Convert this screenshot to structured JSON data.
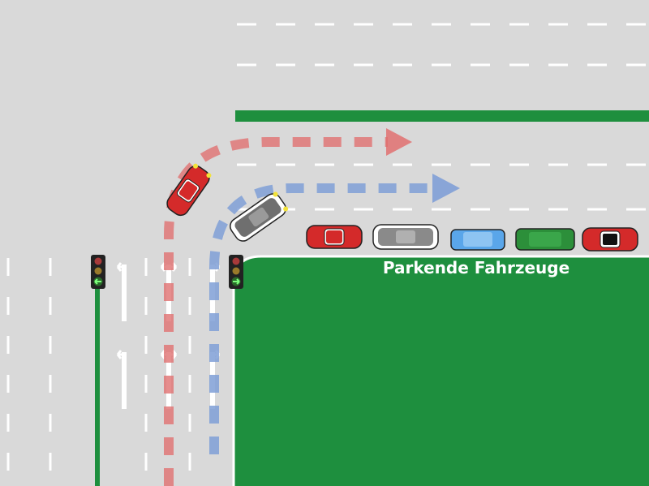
{
  "labels": {
    "parked_vehicles": "Parkende Fahrzeuge"
  },
  "colors": {
    "road": "#d9d9d9",
    "grass": "#1e8f3e",
    "lane_marking": "#ffffff",
    "red_path": "#e07070",
    "blue_path": "#7f9fd6",
    "label": "#ffffff"
  },
  "traffic_lights": [
    {
      "name": "left-traffic-light",
      "active_arrow": "left-arrow"
    },
    {
      "name": "right-traffic-light",
      "active_arrow": "right-arrow"
    }
  ],
  "vehicles": [
    {
      "name": "turning-red-car",
      "color": "#d42a2a"
    },
    {
      "name": "turning-gray-car",
      "color": "#777777"
    },
    {
      "name": "parked-red-car-1",
      "color": "#d42a2a"
    },
    {
      "name": "parked-gray-car",
      "color": "#8a8a8a"
    },
    {
      "name": "parked-blue-van",
      "color": "#5aa6ea"
    },
    {
      "name": "parked-green-van",
      "color": "#2c8f3a"
    },
    {
      "name": "parked-red-car-2",
      "color": "#d42a2a"
    }
  ]
}
